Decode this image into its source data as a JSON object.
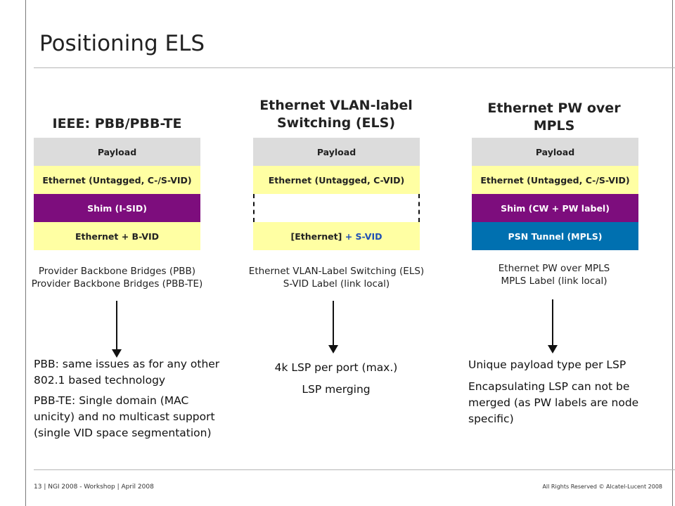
{
  "title": "Positioning ELS",
  "columns": [
    {
      "heading": "IEEE: PBB/PBB-TE",
      "layers": [
        "Payload",
        "Ethernet (Untagged, C-/S-VID)",
        "Shim (I-SID)",
        "Ethernet + B-VID"
      ],
      "caption": [
        "Provider Backbone Bridges (PBB)",
        "Provider Backbone Bridges (PBB-TE)"
      ],
      "notes": [
        "PBB: same issues as for any other 802.1 based technology",
        "PBB-TE: Single domain (MAC unicity) and no multicast support (single VID space segmentation)"
      ]
    },
    {
      "heading_line1": "Ethernet VLAN-label",
      "heading_line2": "Switching (ELS)",
      "layers": [
        "Payload",
        "Ethernet (Untagged, C-VID)",
        "",
        "[Ethernet]"
      ],
      "layer4_suffix": "+ S-VID",
      "caption": [
        "Ethernet VLAN-Label Switching (ELS)",
        "S-VID Label (link local)"
      ],
      "notes": [
        "4k LSP per port (max.)",
        "LSP merging"
      ]
    },
    {
      "heading_line1": "Ethernet PW over",
      "heading_line2": "MPLS",
      "layers": [
        "Payload",
        "Ethernet (Untagged, C-/S-VID)",
        "Shim (CW + PW label)",
        "PSN Tunnel (MPLS)"
      ],
      "caption": [
        "Ethernet PW over MPLS",
        "MPLS Label (link local)"
      ],
      "notes": [
        "Unique payload type per LSP",
        "Encapsulating LSP can not be merged (as PW labels are node specific)"
      ]
    }
  ],
  "footer": {
    "left": "13 | NGI 2008 - Workshop | April 2008",
    "right": "All Rights Reserved © Alcatel-Lucent 2008"
  },
  "colors": {
    "payload": "#dcdcdc",
    "ethernet": "#ffffa3",
    "shim": "#7d0d7d",
    "psn_tunnel": "#0070b0",
    "s_vid_text": "#1f4fb5"
  }
}
